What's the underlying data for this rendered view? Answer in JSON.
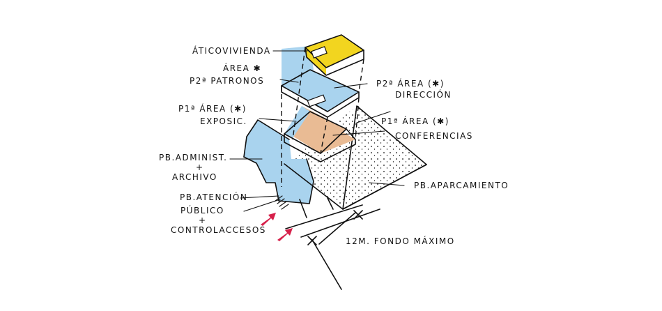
{
  "colors": {
    "yellow": "#f2d51f",
    "blue": "#a9d3ee",
    "orange": "#e9bb94",
    "ink": "#111111",
    "arrow": "#d6204a"
  },
  "labels": {
    "atico": "ÁTICOVIVIENDA",
    "area_p2_patronos_1": "ÁREA ✱",
    "area_p2_patronos_2": "P2ª PATRONOS",
    "area_p2_direccion_1": "P2ª ÁREA (✱)",
    "area_p2_direccion_2": "DIRECCIÓN",
    "area_p1_exposic_1": "P1ª ÁREA (✱)",
    "area_p1_exposic_2": "EXPOSIC.",
    "area_p1_conf_1": "P1ª ÁREA (✱)",
    "area_p1_conf_2": "CONFERENCIAS",
    "pb_admin_1": "PB.ADMINIST.",
    "pb_admin_2": "+",
    "pb_admin_3": "ARCHIVO",
    "pb_atencion_1": "PB.ATENCIÓN",
    "pb_atencion_2": "PÚBLICO",
    "pb_atencion_3": "+",
    "pb_atencion_4": "CONTROLACCESOS",
    "pb_aparcamiento": "PB.APARCAMIENTO",
    "dimension": "12m. FONDO MÁXIMO"
  },
  "icons": {
    "entrance_arrow": "red-arrow-icon",
    "dimension_tick": "x-mark-icon"
  }
}
